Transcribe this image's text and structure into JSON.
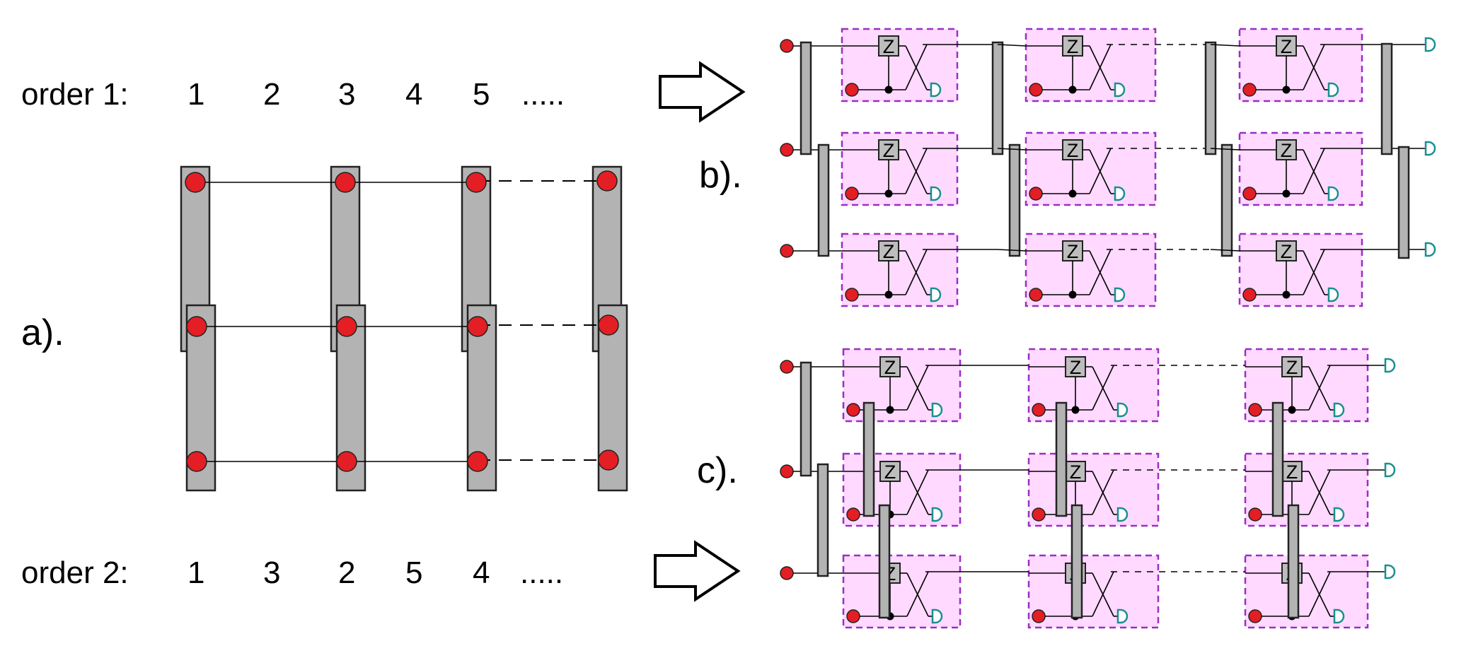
{
  "panel_labels": {
    "a": "a).",
    "b": "b).",
    "c": "c)."
  },
  "orders": [
    {
      "label": "order 1:",
      "sequence": [
        "1",
        "2",
        "3",
        "4",
        "5",
        "....."
      ]
    },
    {
      "label": "order 2:",
      "sequence": [
        "1",
        "3",
        "2",
        "5",
        "4",
        "....."
      ]
    }
  ],
  "gate_label": "Z",
  "colors": {
    "qubit": "#e31e24",
    "bar": "#b3b3b3",
    "module_fill": "#ffd9ff",
    "module_border": "#9a2fc4",
    "detector": "#1a8f8f",
    "line": "#000000"
  }
}
